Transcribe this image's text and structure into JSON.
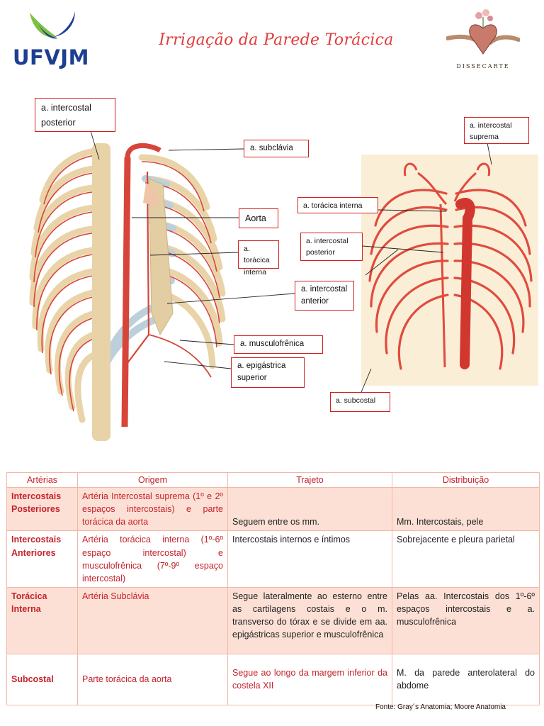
{
  "header": {
    "logo_left_text": "UFVJM",
    "title": "Irrigação da Parede Torácica",
    "logo_right_text": "DISSECARTE"
  },
  "labels_left": {
    "intercostal_posterior": "a. intercostal posterior",
    "subclavia": "a. subclávia",
    "aorta": "Aorta",
    "toracica_interna": "a. torácica interna",
    "intercostal_anterior": "a. intercostal anterior",
    "musculofrenica": "a. musculofrênica",
    "epigastrica_superior": "a. epigástrica superior"
  },
  "labels_right": {
    "intercostal_suprema": "a. intercostal suprema",
    "toracica_interna": "a. torácica interna",
    "intercostal_posterior": "a. intercostal posterior",
    "subcostal": "a. subcostal"
  },
  "table": {
    "headers": [
      "Artérias",
      "Origem",
      "Trajeto",
      "Distribuição"
    ],
    "rows": [
      {
        "name": "Intercostais Posteriores",
        "origem": "Artéria Intercostal suprema (1º e 2º espaços intercostais) e parte torácica da aorta",
        "trajeto": "Seguem entre os mm.",
        "distribuicao": "Mm. Intercostais, pele"
      },
      {
        "name": "Intercostais Anteriores",
        "origem": "Artéria torácica interna (1º-6º espaço intercostal) e musculofrênica (7º-9º espaço intercostal)",
        "trajeto": " Intercostais internos e íntimos",
        "distribuicao": "Sobrejacente e pleura parietal"
      },
      {
        "name": "Torácica Interna",
        "origem": "Artéria Subclávia",
        "trajeto": "Segue lateralmente ao esterno entre as cartilagens costais e o m. transverso do tórax e se divide em aa. epigástricas superior e musculofrênica",
        "distribuicao": "Pelas aa. Intercostais dos 1º-6º espaços intercostais e a. musculofrênica"
      },
      {
        "name": "Subcostal",
        "origem": "Parte torácica da aorta",
        "trajeto": "Segue ao longo da margem inferior da costela XII",
        "distribuicao": "M. da parede anterolateral do abdome"
      }
    ]
  },
  "source": "Fonte: Gray´s Anatomia; Moore Anatomia",
  "colors": {
    "accent": "#e23b3b",
    "label_border": "#d21f1f",
    "artery": "#d7453a",
    "bone": "#efdcb8",
    "cartilage": "#bcd0dc",
    "row_shade": "#fde0d5"
  }
}
